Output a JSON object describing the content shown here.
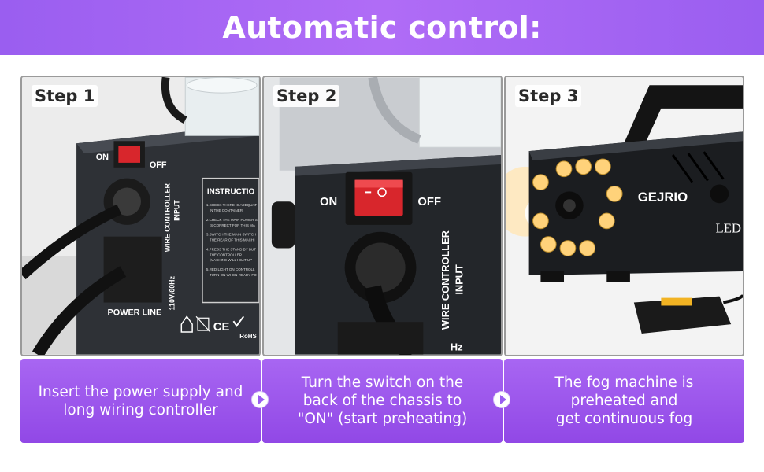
{
  "banner": {
    "title": "Automatic control:"
  },
  "steps": [
    {
      "label": "Step 1",
      "caption": "Insert the power supply and\nlong wiring controller",
      "photo_text": {
        "on": "ON",
        "off": "OFF",
        "instruction_title": "INSTRUCTIO",
        "instruction_lines": [
          "1.CHECK THERE IS ADEQUAT",
          "IN THE CONTAINER",
          "2.CHECK THE MAIN POWER S",
          "IS CORRECT FOR THIS MA",
          "3.SWITCH THE MAIN SWITCH",
          "THE REAR OF THIS MACHI",
          "4.PRESS THE STAND BY BUT",
          "THE CONTROLLER",
          "(MACHINE WILL HEAT UP",
          "5.RED LIGHT ON CONTROLL",
          "TURN ON WHEN READY FO"
        ],
        "wire_controller": "WIRE CONTROLLER",
        "input": "INPUT",
        "voltage": "110V/60Hz",
        "power_line": "POWER LINE",
        "ce": "CE",
        "rohs": "RoHS"
      }
    },
    {
      "label": "Step 2",
      "caption": "Turn the switch on the\nback of the chassis to\n\"ON\" (start preheating)",
      "photo_text": {
        "on": "ON",
        "off": "OFF",
        "wire_controller": "WIRE CONTROLLER",
        "input": "INPUT",
        "hz": "Hz"
      }
    },
    {
      "label": "Step 3",
      "caption": "The fog machine is\npreheated and\nget continuous fog",
      "photo_text": {
        "brand": "GEJRIO",
        "led": "LED"
      }
    }
  ],
  "colors": {
    "accent_purple": "#9a5ef0",
    "switch_red": "#d8262c",
    "led_warm": "#ffd27a"
  }
}
